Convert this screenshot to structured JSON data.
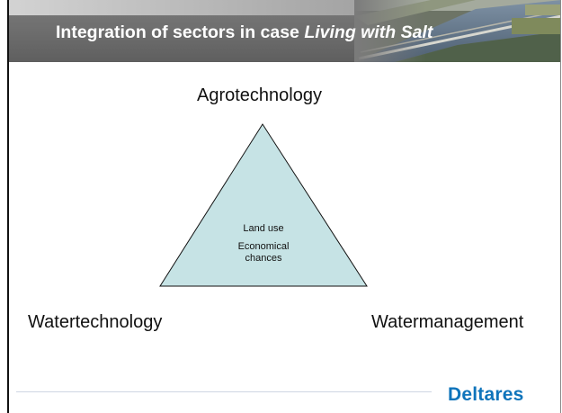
{
  "slide": {
    "title_main": "Integration of sectors in case ",
    "title_emphasis": "Living with Salt",
    "vertex_top": "Agrotechnology",
    "vertex_left": "Watertechnology",
    "vertex_right": "Watermanagement",
    "center_line1": "Land use",
    "center_line2": "Economical chances",
    "logo_text": "Deltares"
  },
  "colors": {
    "triangle_fill": "#c6e3e5",
    "header_text": "#ffffff",
    "logo": "#0f74bb"
  }
}
